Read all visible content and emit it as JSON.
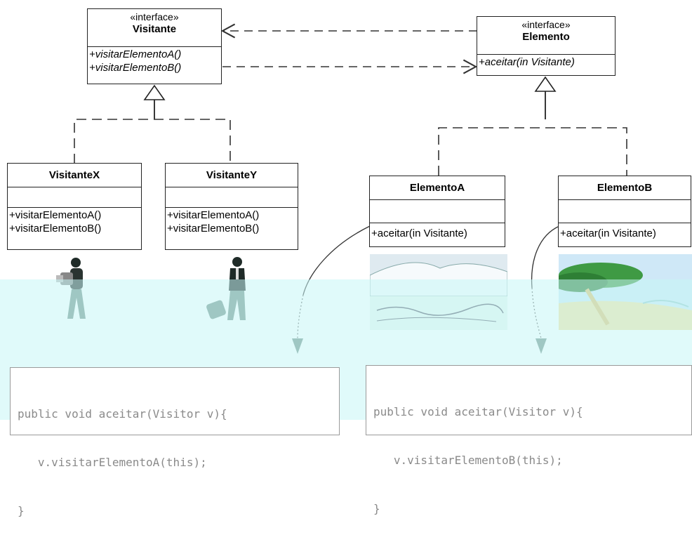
{
  "visitante": {
    "stereotype": "«interface»",
    "name": "Visitante",
    "operations": [
      "+visitarElementoA()",
      "+visitarElementoB()"
    ]
  },
  "elemento": {
    "stereotype": "«interface»",
    "name": "Elemento",
    "operations": [
      "+aceitar(in Visitante)"
    ]
  },
  "visitante_x": {
    "name": "VisitanteX",
    "operations": [
      "+visitarElementoA()",
      "+visitarElementoB()"
    ]
  },
  "visitante_y": {
    "name": "VisitanteY",
    "operations": [
      "+visitarElementoA()",
      "+visitarElementoB()"
    ]
  },
  "elemento_a": {
    "name": "ElementoA",
    "operations": [
      "+aceitar(in Visitante)"
    ]
  },
  "elemento_b": {
    "name": "ElementoB",
    "operations": [
      "+aceitar(in Visitante)"
    ]
  },
  "code_a": {
    "lines": [
      "public void aceitar(Visitor v){",
      "   v.visitarElementoA(this);",
      "}"
    ]
  },
  "code_b": {
    "lines": [
      "public void aceitar(Visitor v){",
      "   v.visitarElementoB(this);",
      "}"
    ]
  },
  "colors": {
    "overlay": "#c6f6f6",
    "figure": "#6f8f86",
    "code_text": "#8a8a8a"
  }
}
